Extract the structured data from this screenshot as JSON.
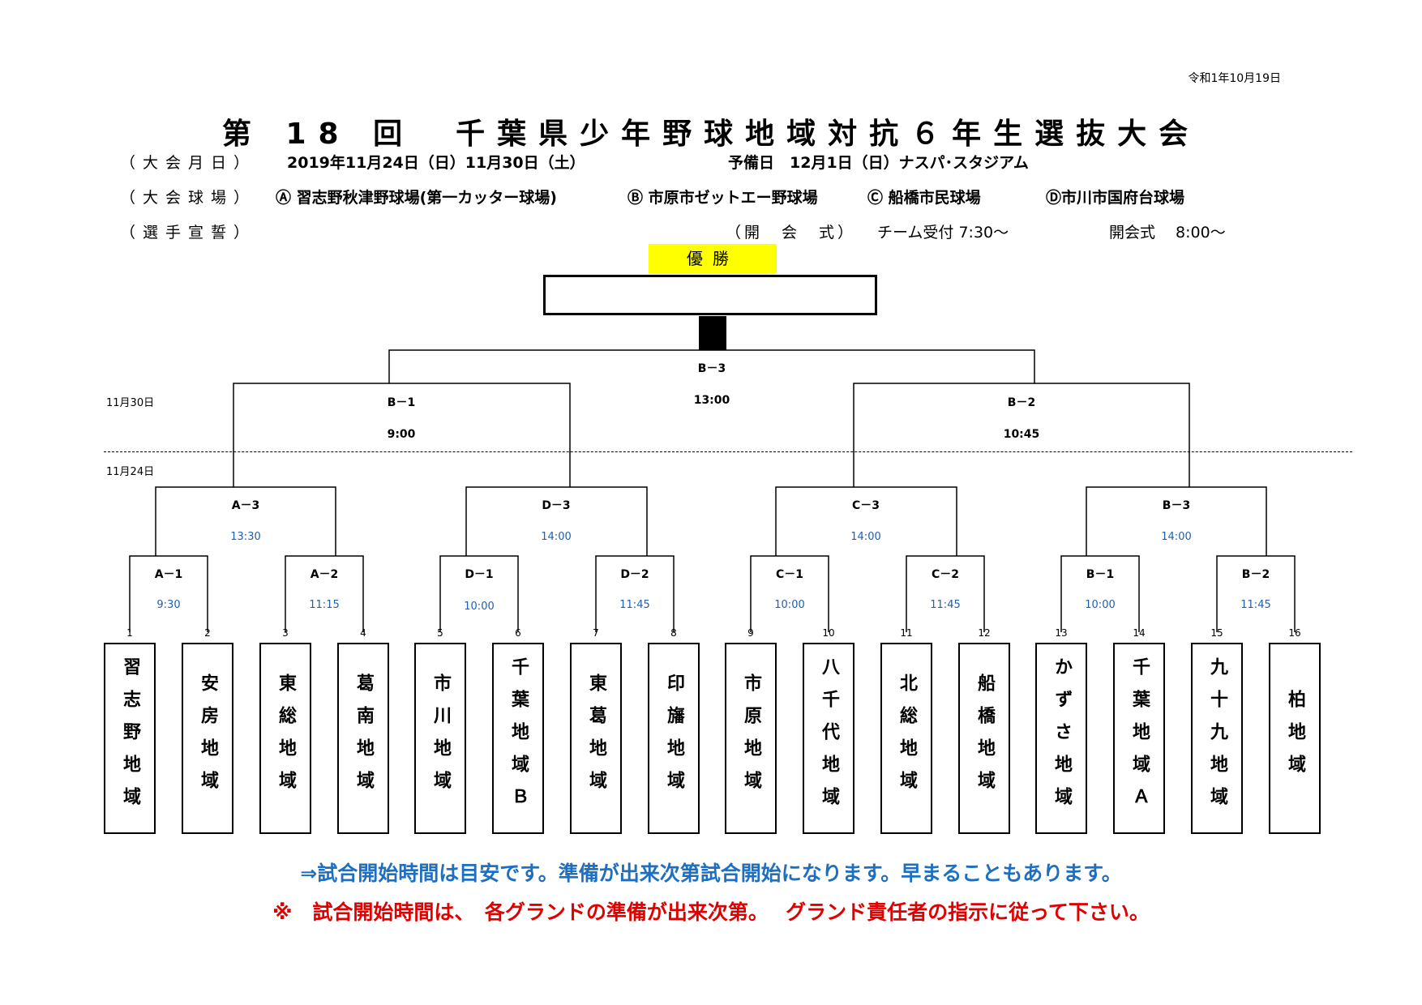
{
  "date": "令和1年10月19日",
  "title": "第 18 回　千葉県少年野球地域対抗６年生選抜大会",
  "info": {
    "date_label": "（大会月日）",
    "date_value": "2019年11月24日（日）11月30日（土）",
    "reserve": "予備日　12月1日（日）ナスパ･スタジアム",
    "venue_label": "（大会球場）",
    "venue_a": "Ⓐ 習志野秋津野球場(第一カッター球場)",
    "venue_b": "Ⓑ 市原市ゼットエー野球場",
    "venue_c": "Ⓒ 船橋市民球場",
    "venue_d": "Ⓓ市川市国府台球場",
    "oath_label": "（選手宣誓）",
    "opening_label": "（開　会　式）",
    "reception": "チーム受付 7:30〜",
    "opening": "開会式　 8:00〜"
  },
  "winner_label": "優勝",
  "days": {
    "day2": "11月30日",
    "day1": "11月24日"
  },
  "finals": {
    "b3": {
      "label": "B－3",
      "time": "13:00"
    },
    "b1": {
      "label": "B－1",
      "time": "9:00"
    },
    "b2": {
      "label": "B－2",
      "time": "10:45"
    }
  },
  "semis": [
    {
      "label": "A－3",
      "time": "13:30"
    },
    {
      "label": "D－3",
      "time": "14:00"
    },
    {
      "label": "C－3",
      "time": "14:00"
    },
    {
      "label": "B－3",
      "time": "14:00"
    }
  ],
  "first_round": [
    {
      "label": "A－1",
      "time": "9:30"
    },
    {
      "label": "A－2",
      "time": "11:15"
    },
    {
      "label": "D－1",
      "time": "10:00"
    },
    {
      "label": "D－2",
      "time": "11:45"
    },
    {
      "label": "C－1",
      "time": "10:00"
    },
    {
      "label": "C－2",
      "time": "11:45"
    },
    {
      "label": "B－1",
      "time": "10:00"
    },
    {
      "label": "B－2",
      "time": "11:45"
    }
  ],
  "teams": [
    {
      "seed": "1",
      "name": "習志野地域"
    },
    {
      "seed": "2",
      "name": "安房地域"
    },
    {
      "seed": "3",
      "name": "東総地域"
    },
    {
      "seed": "4",
      "name": "葛南地域"
    },
    {
      "seed": "5",
      "name": "市川地域"
    },
    {
      "seed": "6",
      "name": "千葉地域Ｂ"
    },
    {
      "seed": "7",
      "name": "東葛地域"
    },
    {
      "seed": "8",
      "name": "印旛地域"
    },
    {
      "seed": "9",
      "name": "市原地域"
    },
    {
      "seed": "10",
      "name": "八千代地域"
    },
    {
      "seed": "11",
      "name": "北総地域"
    },
    {
      "seed": "12",
      "name": "船橋地域"
    },
    {
      "seed": "13",
      "name": "かずさ地域"
    },
    {
      "seed": "14",
      "name": "千葉地域Ａ"
    },
    {
      "seed": "15",
      "name": "九十九地域"
    },
    {
      "seed": "16",
      "name": "柏地域"
    }
  ],
  "notes": {
    "line1": "⇒試合開始時間は目安です。準備が出来次第試合開始になります。早まることもあります。",
    "line2": "※　試合開始時間は、　各グランドの準備が出来次第。　 グランド責任者の指示に従って下さい。"
  }
}
